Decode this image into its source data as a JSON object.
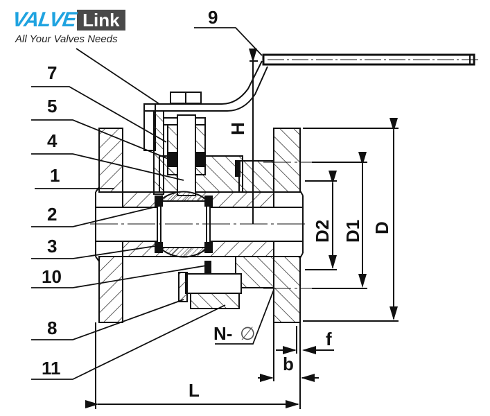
{
  "logo": {
    "brand_primary": "VALVE",
    "brand_secondary": "Link",
    "tagline": "All Your Valves Needs",
    "primary_color": "#1fa3e0",
    "secondary_bg": "#4a4a4a"
  },
  "diagram": {
    "title": "Flanged ball valve cross-section",
    "part_labels": [
      "7",
      "5",
      "4",
      "1",
      "2",
      "3",
      "10",
      "8",
      "11",
      "9"
    ],
    "dimension_labels": {
      "height": "H",
      "outer_diameter": "D",
      "bolt_circle": "D1",
      "raised_face": "D2",
      "length": "L",
      "flange_thickness": "b",
      "face_height": "f",
      "bolt_holes": "N-",
      "bolt_hole_symbol": "∅"
    },
    "line_color": "#111111",
    "hatch_color": "#333333"
  }
}
